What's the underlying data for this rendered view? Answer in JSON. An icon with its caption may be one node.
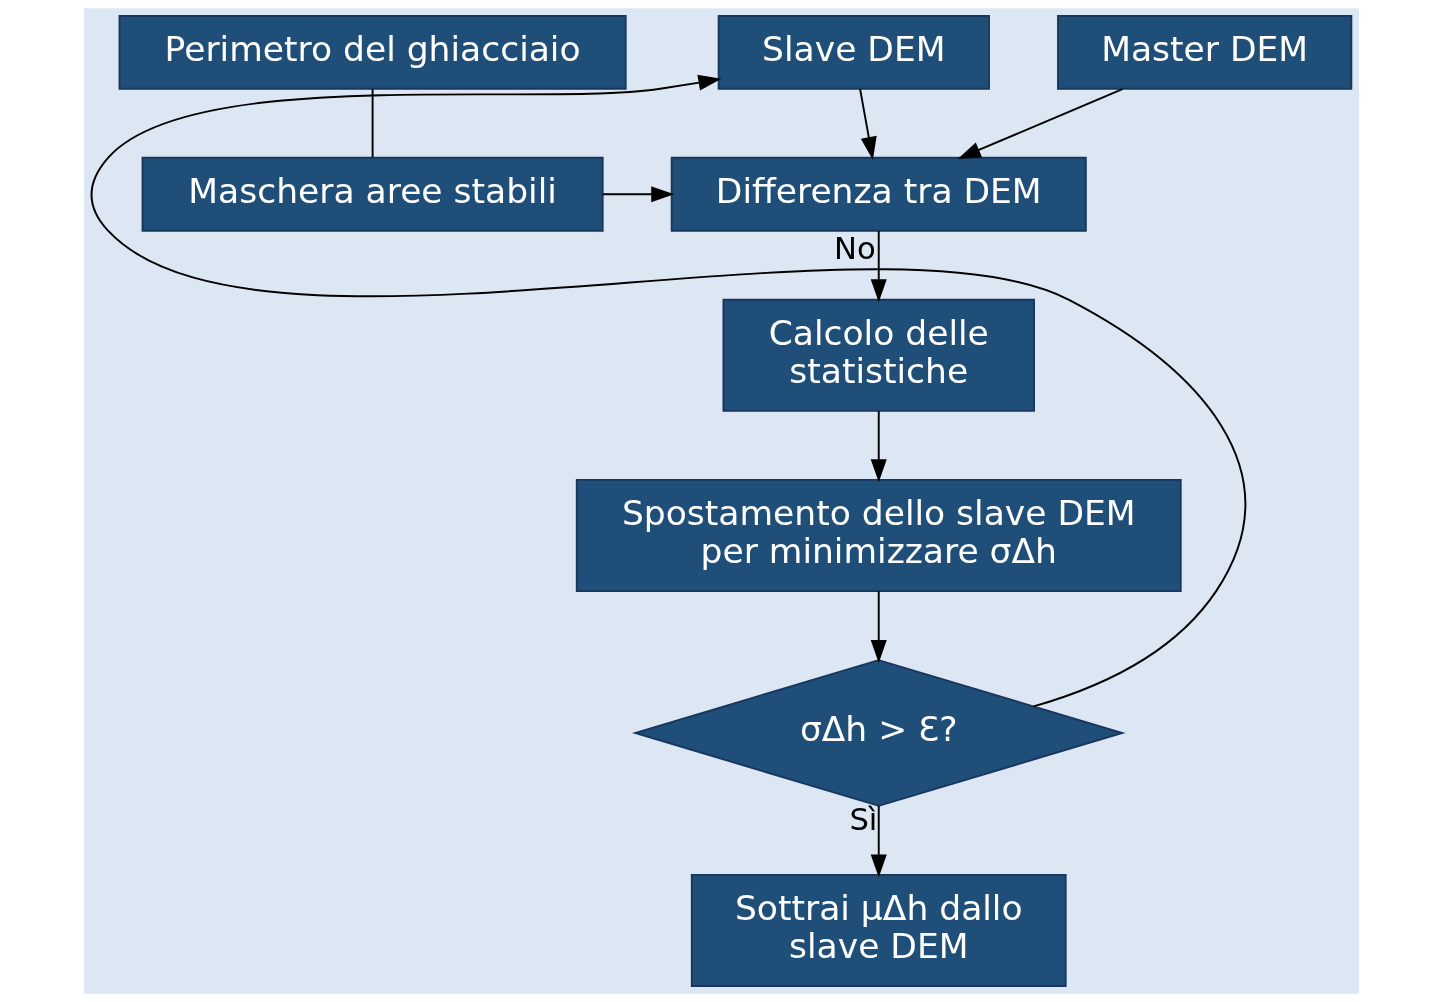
{
  "diagram": {
    "nodes": [
      {
        "text": [
          "Slave DEM"
        ]
      },
      {
        "text": [
          "Master DEM"
        ]
      },
      {
        "text": [
          "Perimetro del ghiacciaio"
        ]
      },
      {
        "text": [
          "Differenza tra DEM"
        ]
      },
      {
        "text": [
          "Maschera aree stabili"
        ]
      },
      {
        "text": [
          "Calcolo delle statistiche"
        ]
      },
      {
        "text": [
          "Spostamento dello slave DEM per minimizzare σΔh"
        ]
      },
      {
        "text": [
          "σΔh > Ɛ?"
        ]
      },
      {
        "text": [
          "Sottrai μΔh dallo slave DEM"
        ]
      }
    ],
    "edges": [
      {
        "from": 0,
        "to": 3,
        "arrow": "to"
      },
      {
        "from": 1,
        "to": 3,
        "arrow": "to"
      },
      {
        "from": 2,
        "to": 4,
        "arrow": "none"
      },
      {
        "from": 4,
        "to": 3,
        "arrow": "to"
      },
      {
        "from": 3,
        "to": 5,
        "arrow": "to"
      },
      {
        "from": 5,
        "to": 6,
        "arrow": "to"
      },
      {
        "from": 6,
        "to": 7,
        "arrow": "to"
      },
      {
        "from": 7,
        "to": 0,
        "label": "No",
        "arrow": "to"
      },
      {
        "from": 7,
        "to": 8,
        "label": "Sì",
        "arrow": "to"
      }
    ]
  }
}
